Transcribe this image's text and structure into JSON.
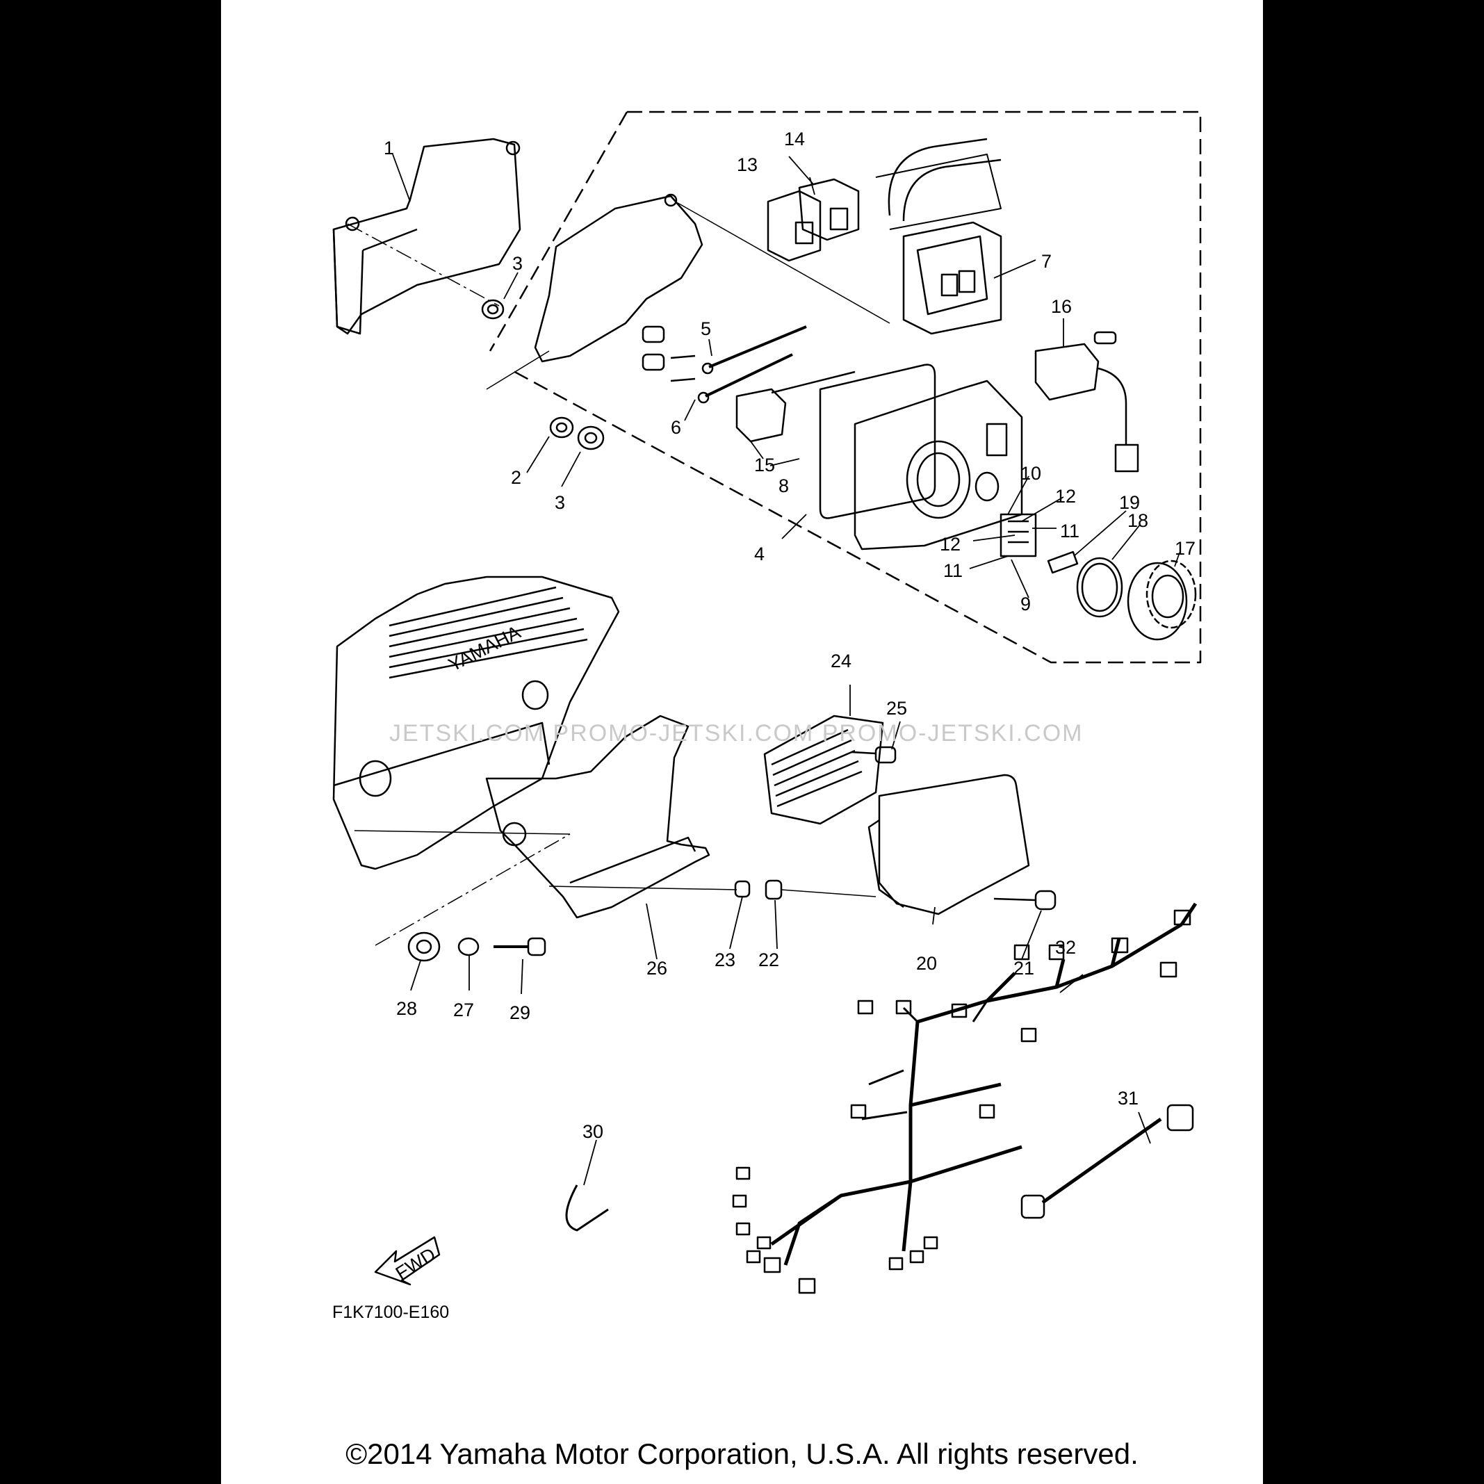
{
  "diagram_code": "F1K7100-E160",
  "copyright": "©2014 Yamaha Motor Corporation, U.S.A. All rights reserved.",
  "watermark": "JETSKI.COM  PROMO-JETSKI.COM  PROMO-JETSKI.COM",
  "fwd_label": "FWD",
  "engraving": "YAMAHA",
  "callouts": {
    "c1": "1",
    "c2": "2",
    "c3a": "3",
    "c3b": "3",
    "c4": "4",
    "c5": "5",
    "c6": "6",
    "c7": "7",
    "c8": "8",
    "c9": "9",
    "c10": "10",
    "c11a": "11",
    "c11b": "11",
    "c12a": "12",
    "c12b": "12",
    "c13": "13",
    "c14": "14",
    "c15": "15",
    "c16": "16",
    "c17": "17",
    "c18": "18",
    "c19": "19",
    "c20": "20",
    "c21": "21",
    "c22": "22",
    "c23": "23",
    "c24": "24",
    "c25": "25",
    "c26": "26",
    "c27": "27",
    "c28": "28",
    "c29": "29",
    "c30": "30",
    "c31": "31",
    "c32": "32"
  }
}
